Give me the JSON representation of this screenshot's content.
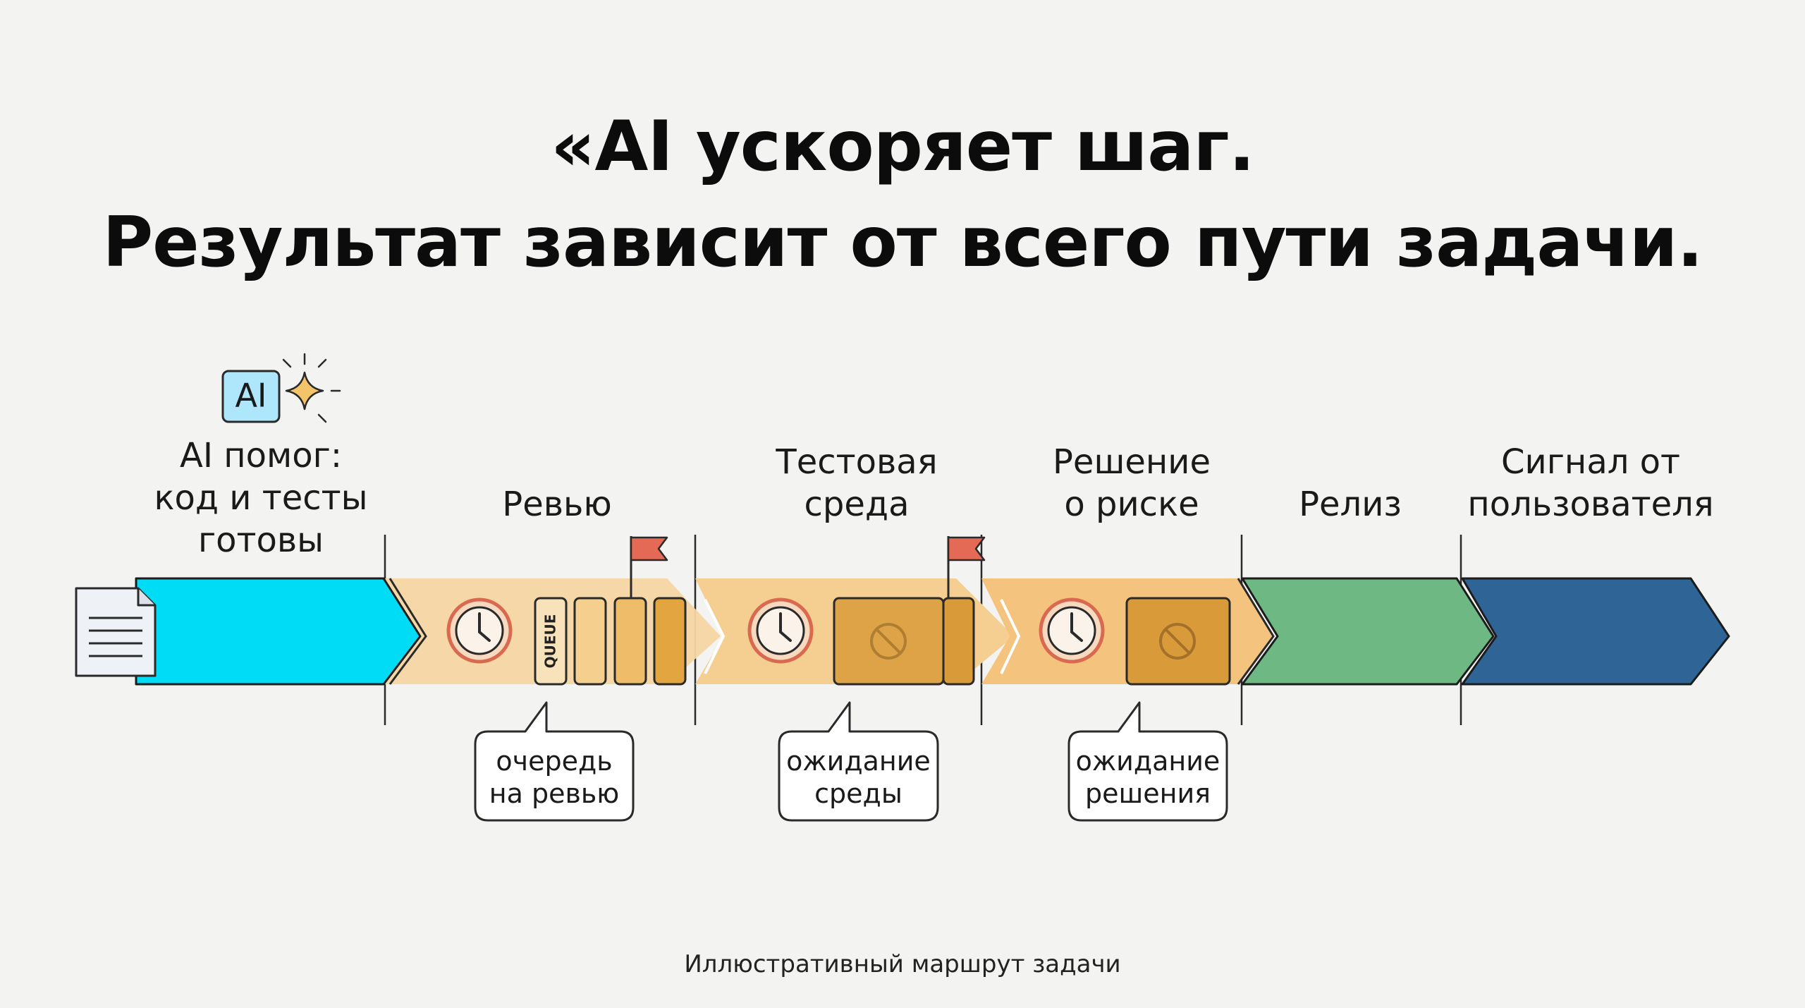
{
  "title": {
    "line1": "«AI ускоряет шаг.",
    "line2": "Результат зависит от всего пути задачи."
  },
  "ai_badge": "AI",
  "stages": [
    {
      "label": "AI помог:\nкод и тесты\nготовы",
      "color": "#00dcf5"
    },
    {
      "label": "Ревью",
      "color": "#f6d6a3"
    },
    {
      "label": "Тестовая\nсреда",
      "color": "#f5cf92"
    },
    {
      "label": "Решение\nо риске",
      "color": "#f4c47e"
    },
    {
      "label": "Релиз",
      "color": "#6db883"
    },
    {
      "label": "Сигнал от\nпользователя",
      "color": "#2e6496"
    }
  ],
  "queue_label": "QUEUE",
  "bubbles": [
    {
      "text": "очередь\nна ревью"
    },
    {
      "text": "ожидание\nсреды"
    },
    {
      "text": "ожидание\nрешения"
    }
  ],
  "icons": [
    "document-icon",
    "ai-sparkle-icon",
    "clock-icon",
    "flag-icon",
    "blocked-icon"
  ],
  "caption": "Иллюстративный маршрут задачи"
}
